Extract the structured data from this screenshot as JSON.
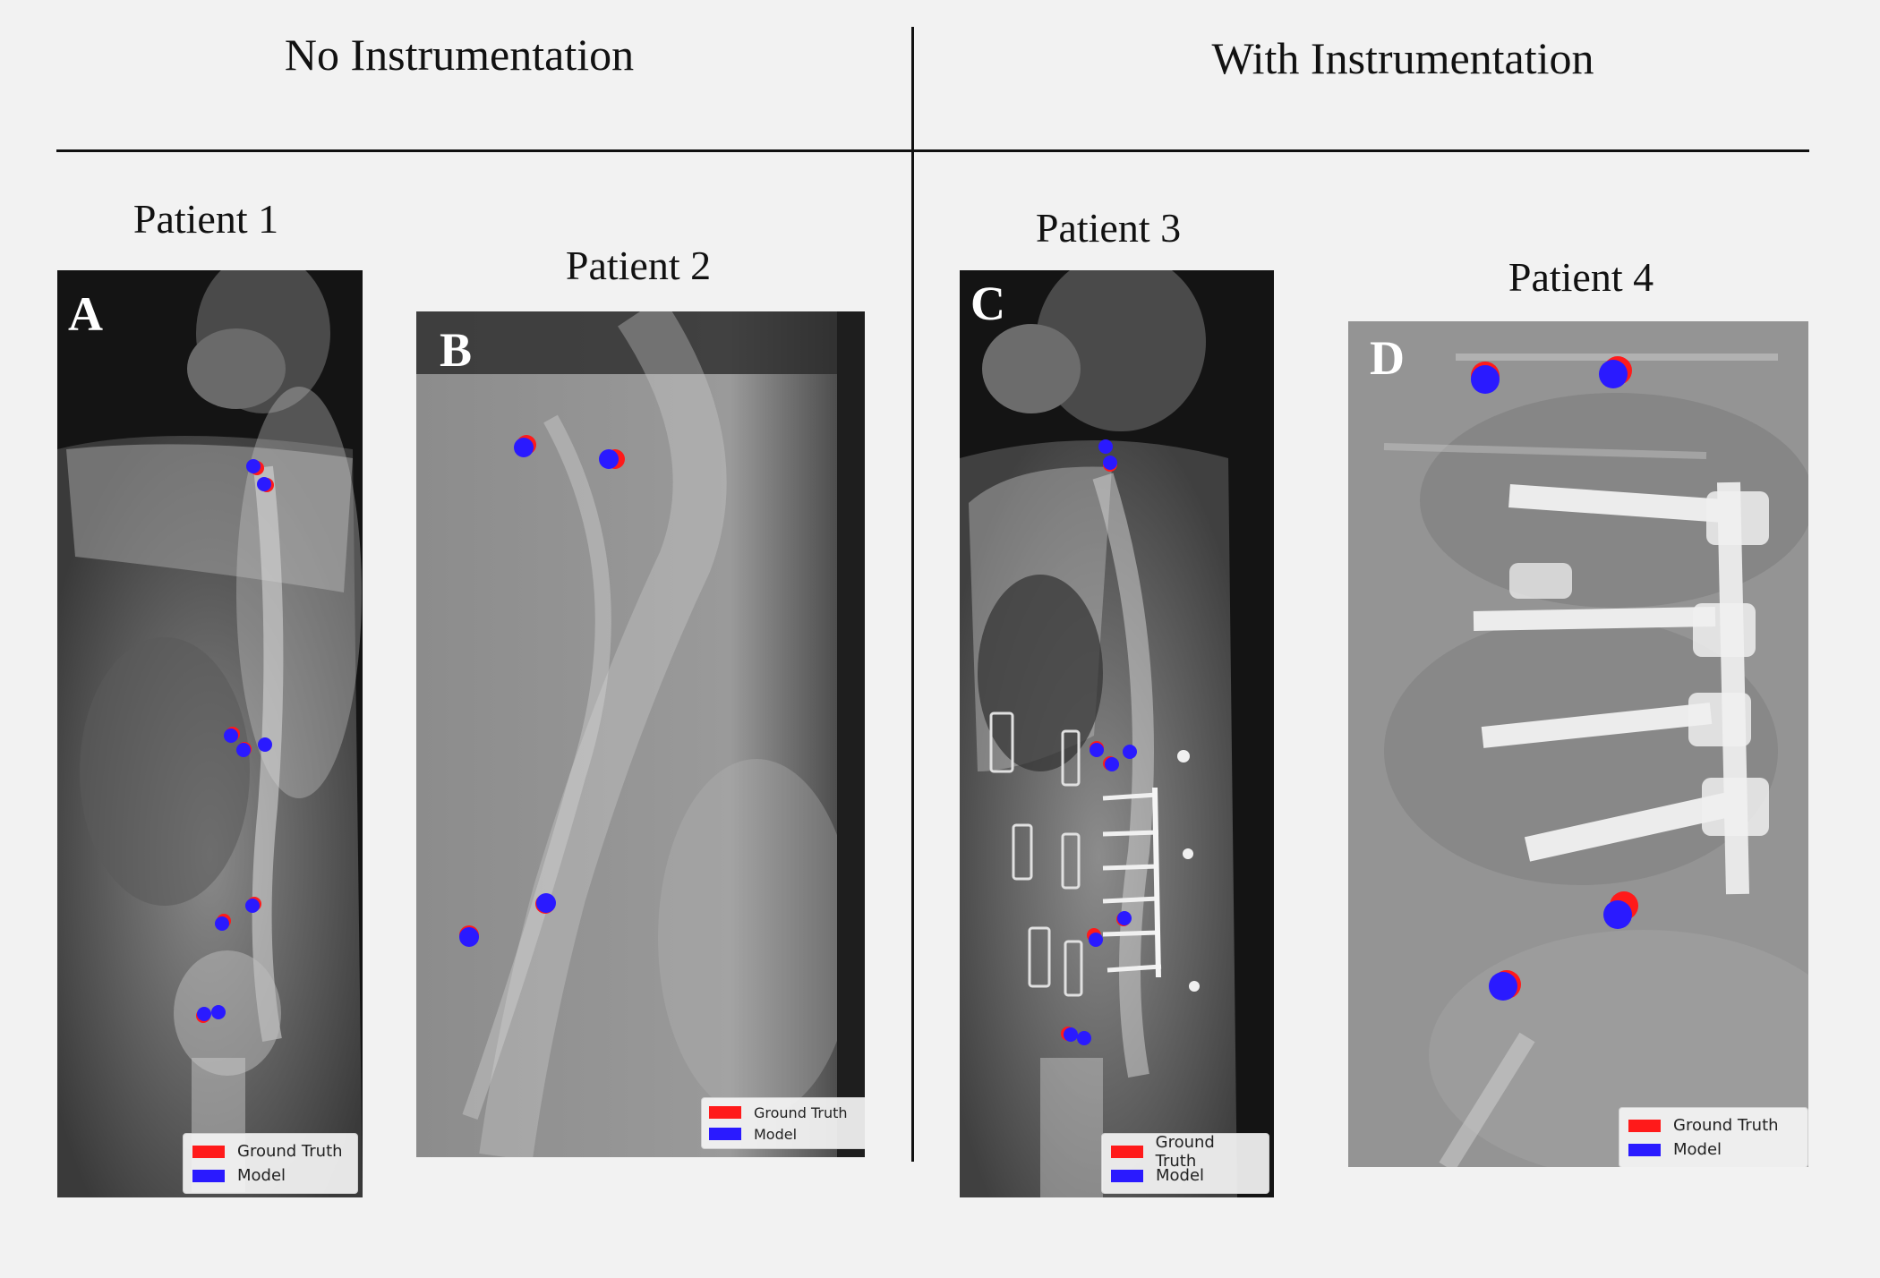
{
  "sections": {
    "left": "No Instrumentation",
    "right": "With Instrumentation"
  },
  "legend": {
    "ground_truth": "Ground Truth",
    "model": "Model",
    "ground_truth_color": "#ff1a1a",
    "model_color": "#2a1aff"
  },
  "panels": {
    "a": {
      "patient": "Patient 1",
      "letter": "A"
    },
    "b": {
      "patient": "Patient 2",
      "letter": "B"
    },
    "c": {
      "patient": "Patient 3",
      "letter": "C"
    },
    "d": {
      "patient": "Patient 4",
      "letter": "D"
    }
  }
}
